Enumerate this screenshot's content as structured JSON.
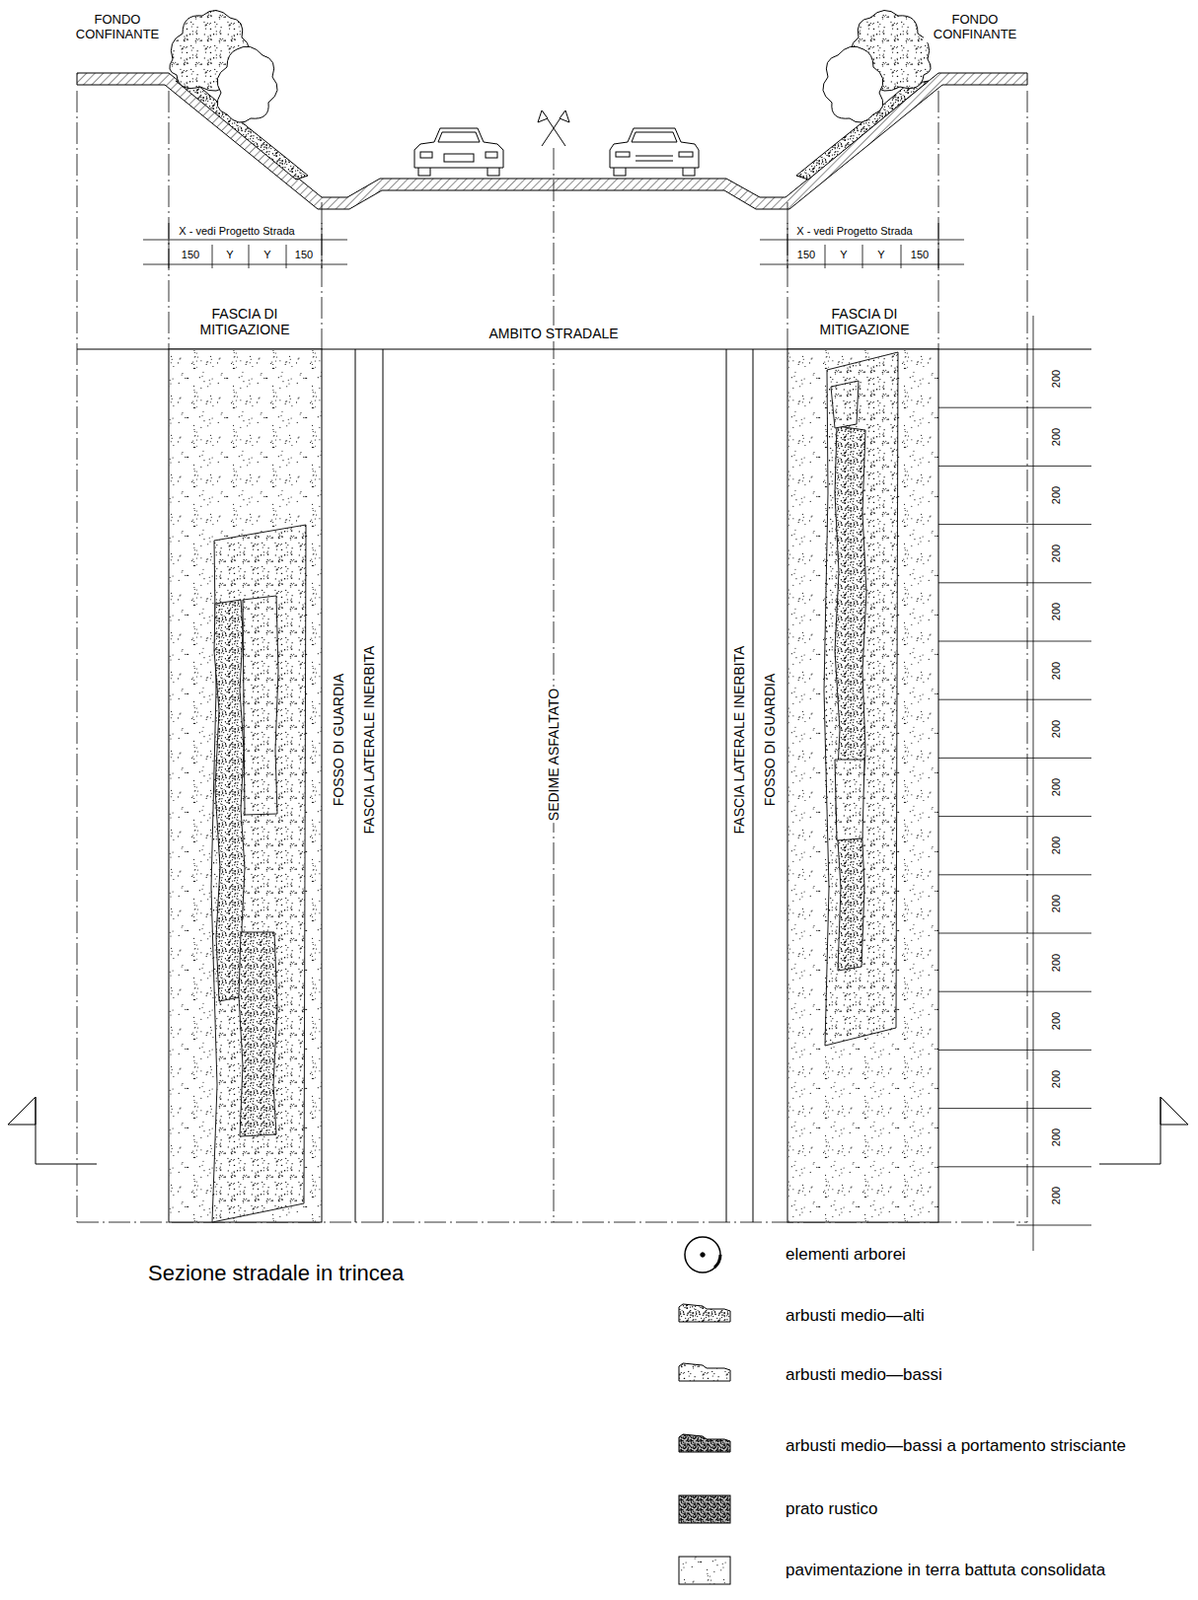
{
  "diagram": {
    "caption": "Sezione stradale in trincea",
    "labels": [
      "FONDO CONFINANTE",
      "FONDO CONFINANTE",
      "X - vedi Progetto Strada",
      "150",
      "Y",
      "Y",
      "150",
      "X - vedi Progetto Strada",
      "150",
      "Y",
      "Y",
      "150",
      "FASCIA DI MITIGAZIONE",
      "AMBITO STRADALE",
      "FASCIA DI MITIGAZIONE",
      "FOSSO DI GUARDIA",
      "FASCIA LATERALE INERBITA",
      "SEDIME ASFALTATO",
      "FASCIA LATERALE INERBITA",
      "FOSSO DI GUARDIA",
      "200",
      "200",
      "200",
      "200",
      "200",
      "200",
      "200",
      "200",
      "200",
      "200",
      "200",
      "200",
      "200",
      "200",
      "200"
    ],
    "legend": [
      {
        "text": "elementi arborei"
      },
      {
        "text": "arbusti medio—alti"
      },
      {
        "text": "arbusti medio—bassi"
      },
      {
        "text": "arbusti medio—bassi a portamento strisciante"
      },
      {
        "text": "prato rustico"
      },
      {
        "text": "pavimentazione in terra battuta consolidata"
      }
    ]
  }
}
